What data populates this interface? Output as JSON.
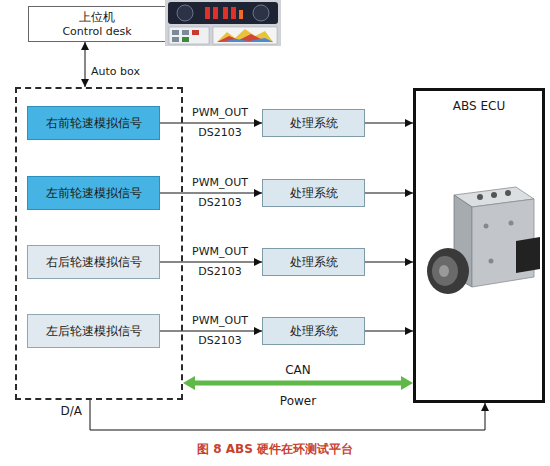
{
  "diagram": {
    "caption": "图 8 ABS 硬件在环测试平台",
    "nodes": [
      {
        "text": [
          "上位机",
          "Control desk"
        ]
      },
      {
        "text": [
          "Auto box"
        ]
      },
      {
        "text": [
          "右前轮速模拟信号"
        ],
        "in": 1
      },
      {
        "text": [
          "左前轮速模拟信号"
        ],
        "in": 1
      },
      {
        "text": [
          "右后轮速模拟信号"
        ],
        "in": 1
      },
      {
        "text": [
          "左后轮速模拟信号"
        ],
        "in": 1
      },
      {
        "text": [
          "处理系统"
        ]
      },
      {
        "text": [
          "处理系统"
        ]
      },
      {
        "text": [
          "处理系统"
        ]
      },
      {
        "text": [
          "处理系统"
        ]
      },
      {
        "text": [
          "ABS ECU"
        ]
      }
    ],
    "edges": [
      {
        "from": 0,
        "to": 1,
        "arrow": "both"
      },
      {
        "from": 2,
        "to": 6,
        "arrow": "to",
        "label": "PWM_OUT DS2103"
      },
      {
        "from": 3,
        "to": 7,
        "arrow": "to",
        "label": "PWM_OUT DS2103"
      },
      {
        "from": 4,
        "to": 8,
        "arrow": "to",
        "label": "PWM_OUT DS2103"
      },
      {
        "from": 5,
        "to": 9,
        "arrow": "to",
        "label": "PWM_OUT DS2103"
      },
      {
        "from": 6,
        "to": 10,
        "arrow": "to"
      },
      {
        "from": 7,
        "to": 10,
        "arrow": "to"
      },
      {
        "from": 8,
        "to": 10,
        "arrow": "to"
      },
      {
        "from": 9,
        "to": 10,
        "arrow": "to"
      },
      {
        "from": 1,
        "to": 10,
        "arrow": "both",
        "label": "CAN"
      },
      {
        "from": 1,
        "to": 10,
        "arrow": "to",
        "label": "D/A"
      }
    ],
    "labels": [
      "Power"
    ]
  }
}
